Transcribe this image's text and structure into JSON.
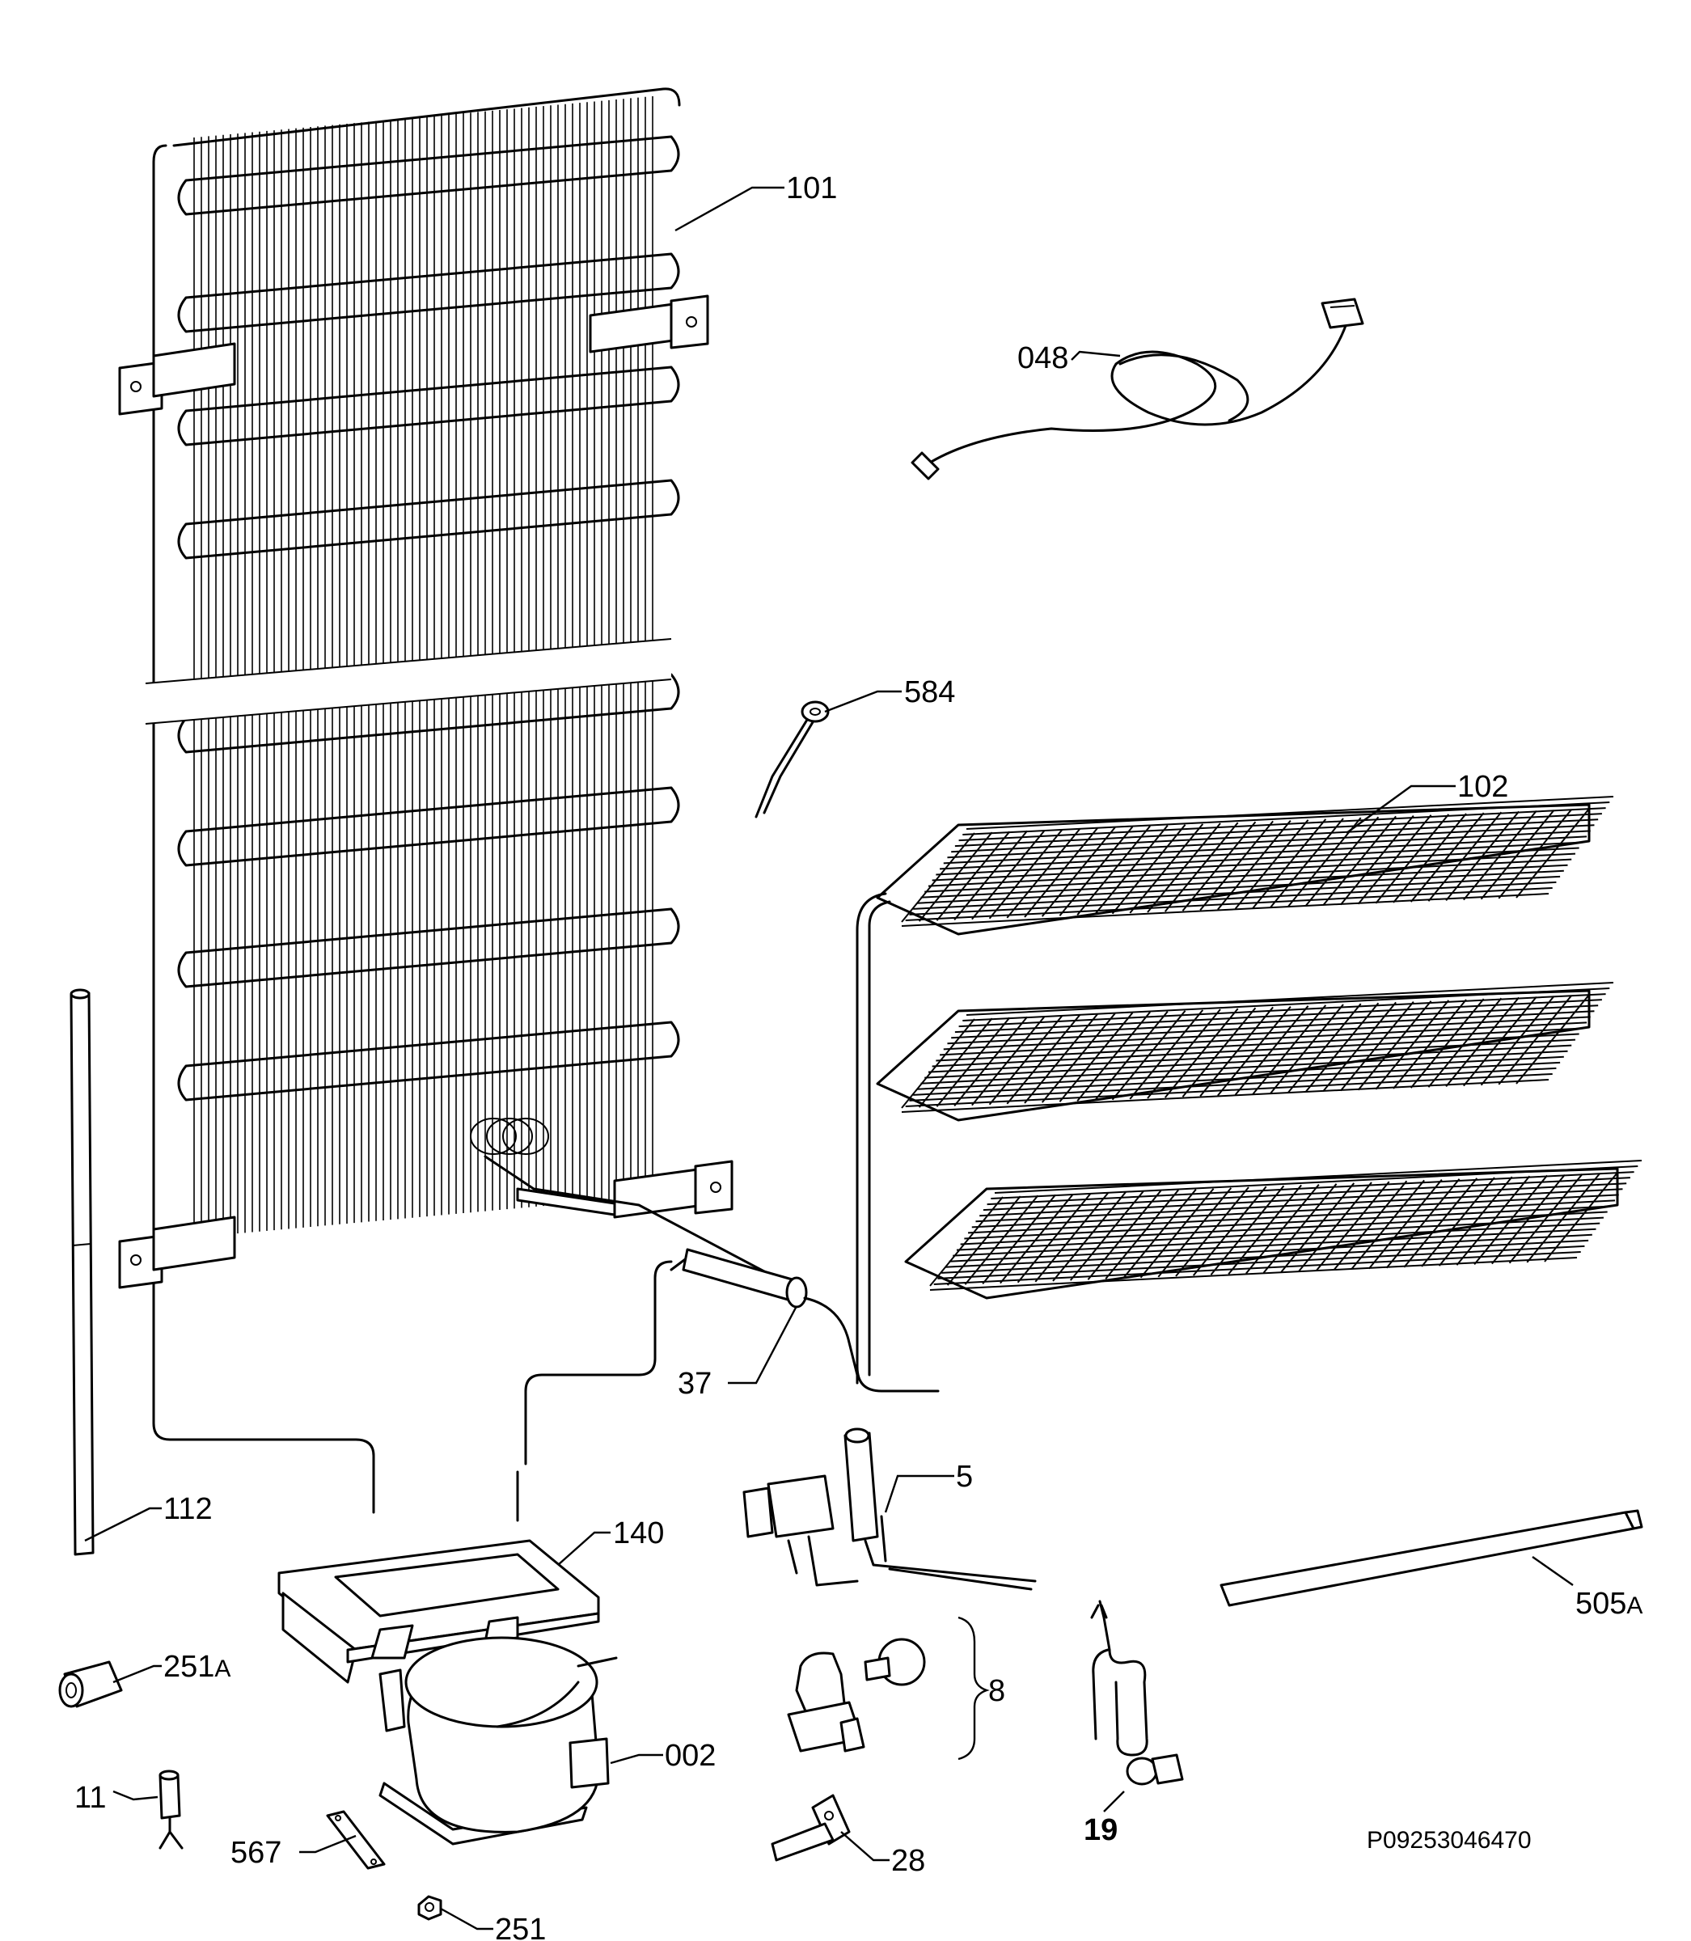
{
  "callouts": {
    "p101": "101",
    "p048": "048",
    "p584": "584",
    "p102": "102",
    "p37": "37",
    "p5": "5",
    "p112": "112",
    "p140": "140",
    "p505a_num": "505",
    "p505a_suffix": "A",
    "p251a_num": "251",
    "p251a_suffix": "A",
    "p8": "8",
    "p002": "002",
    "p11": "11",
    "p19": "19",
    "p567": "567",
    "p28": "28",
    "p251": "251"
  },
  "reference_code": "P09253046470"
}
